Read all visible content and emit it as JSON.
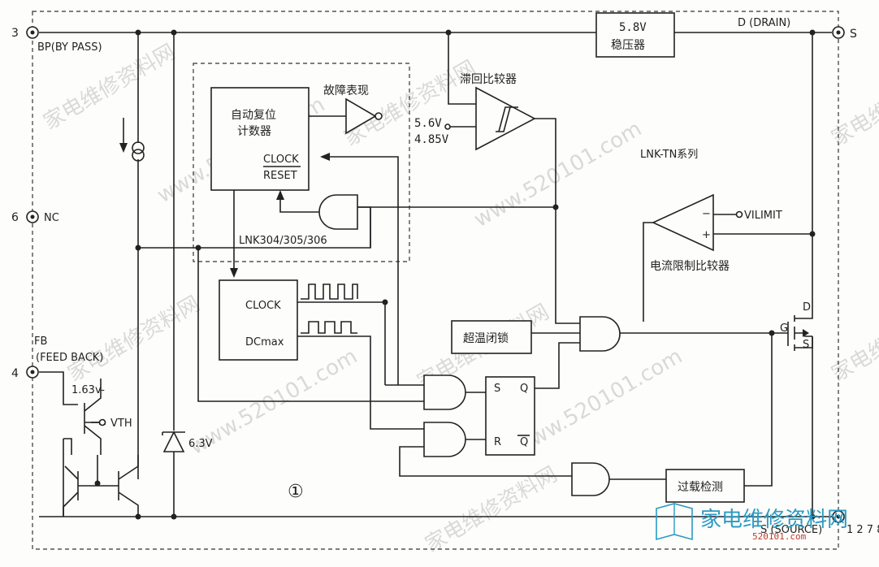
{
  "pins": {
    "bp_num": "3",
    "bp_label": "BP(BY PASS)",
    "nc_num": "6",
    "nc_label": "NC",
    "fb_num": "4",
    "fb_label1": "FB",
    "fb_label2": "(FEED BACK)",
    "drain_label": "D (DRAIN)",
    "s_right": "S",
    "source_label": "S (SOURCE)",
    "source_nums": "1 2 7 8"
  },
  "blocks": {
    "regulator_l1": "5.8V",
    "regulator_l2": "稳压器",
    "hysteresis": "滞回比较器",
    "ref_hi": "5.6V",
    "ref_lo": "4.85V",
    "series": "LNK-TN系列",
    "counter_l1": "自动复位",
    "counter_l2": "计数器",
    "counter_clock": "CLOCK",
    "counter_reset": "RESET",
    "fault": "故障表现",
    "lnk_models": "LNK304/305/306",
    "osc_clock": "CLOCK",
    "osc_dcmax": "DCmax",
    "vilimit": "VILIMIT",
    "current_cmp": "电流限制比较器",
    "thermal": "超温闭锁",
    "ff_s": "S",
    "ff_q": "Q",
    "ff_r": "R",
    "ff_qbar": "Q",
    "overload": "过载检测",
    "v163": "1.63v-",
    "vth": "VTH",
    "zener": "6.3V",
    "circle": "①",
    "mos_d": "D",
    "mos_g": "G",
    "mos_s": "S",
    "cmp_minus": "−",
    "cmp_plus": "+"
  },
  "watermark": {
    "text1": "家电维修资料网",
    "text2": "www.520101.com",
    "logo": "家电维修资料网",
    "logo_sub": "520101.com"
  }
}
